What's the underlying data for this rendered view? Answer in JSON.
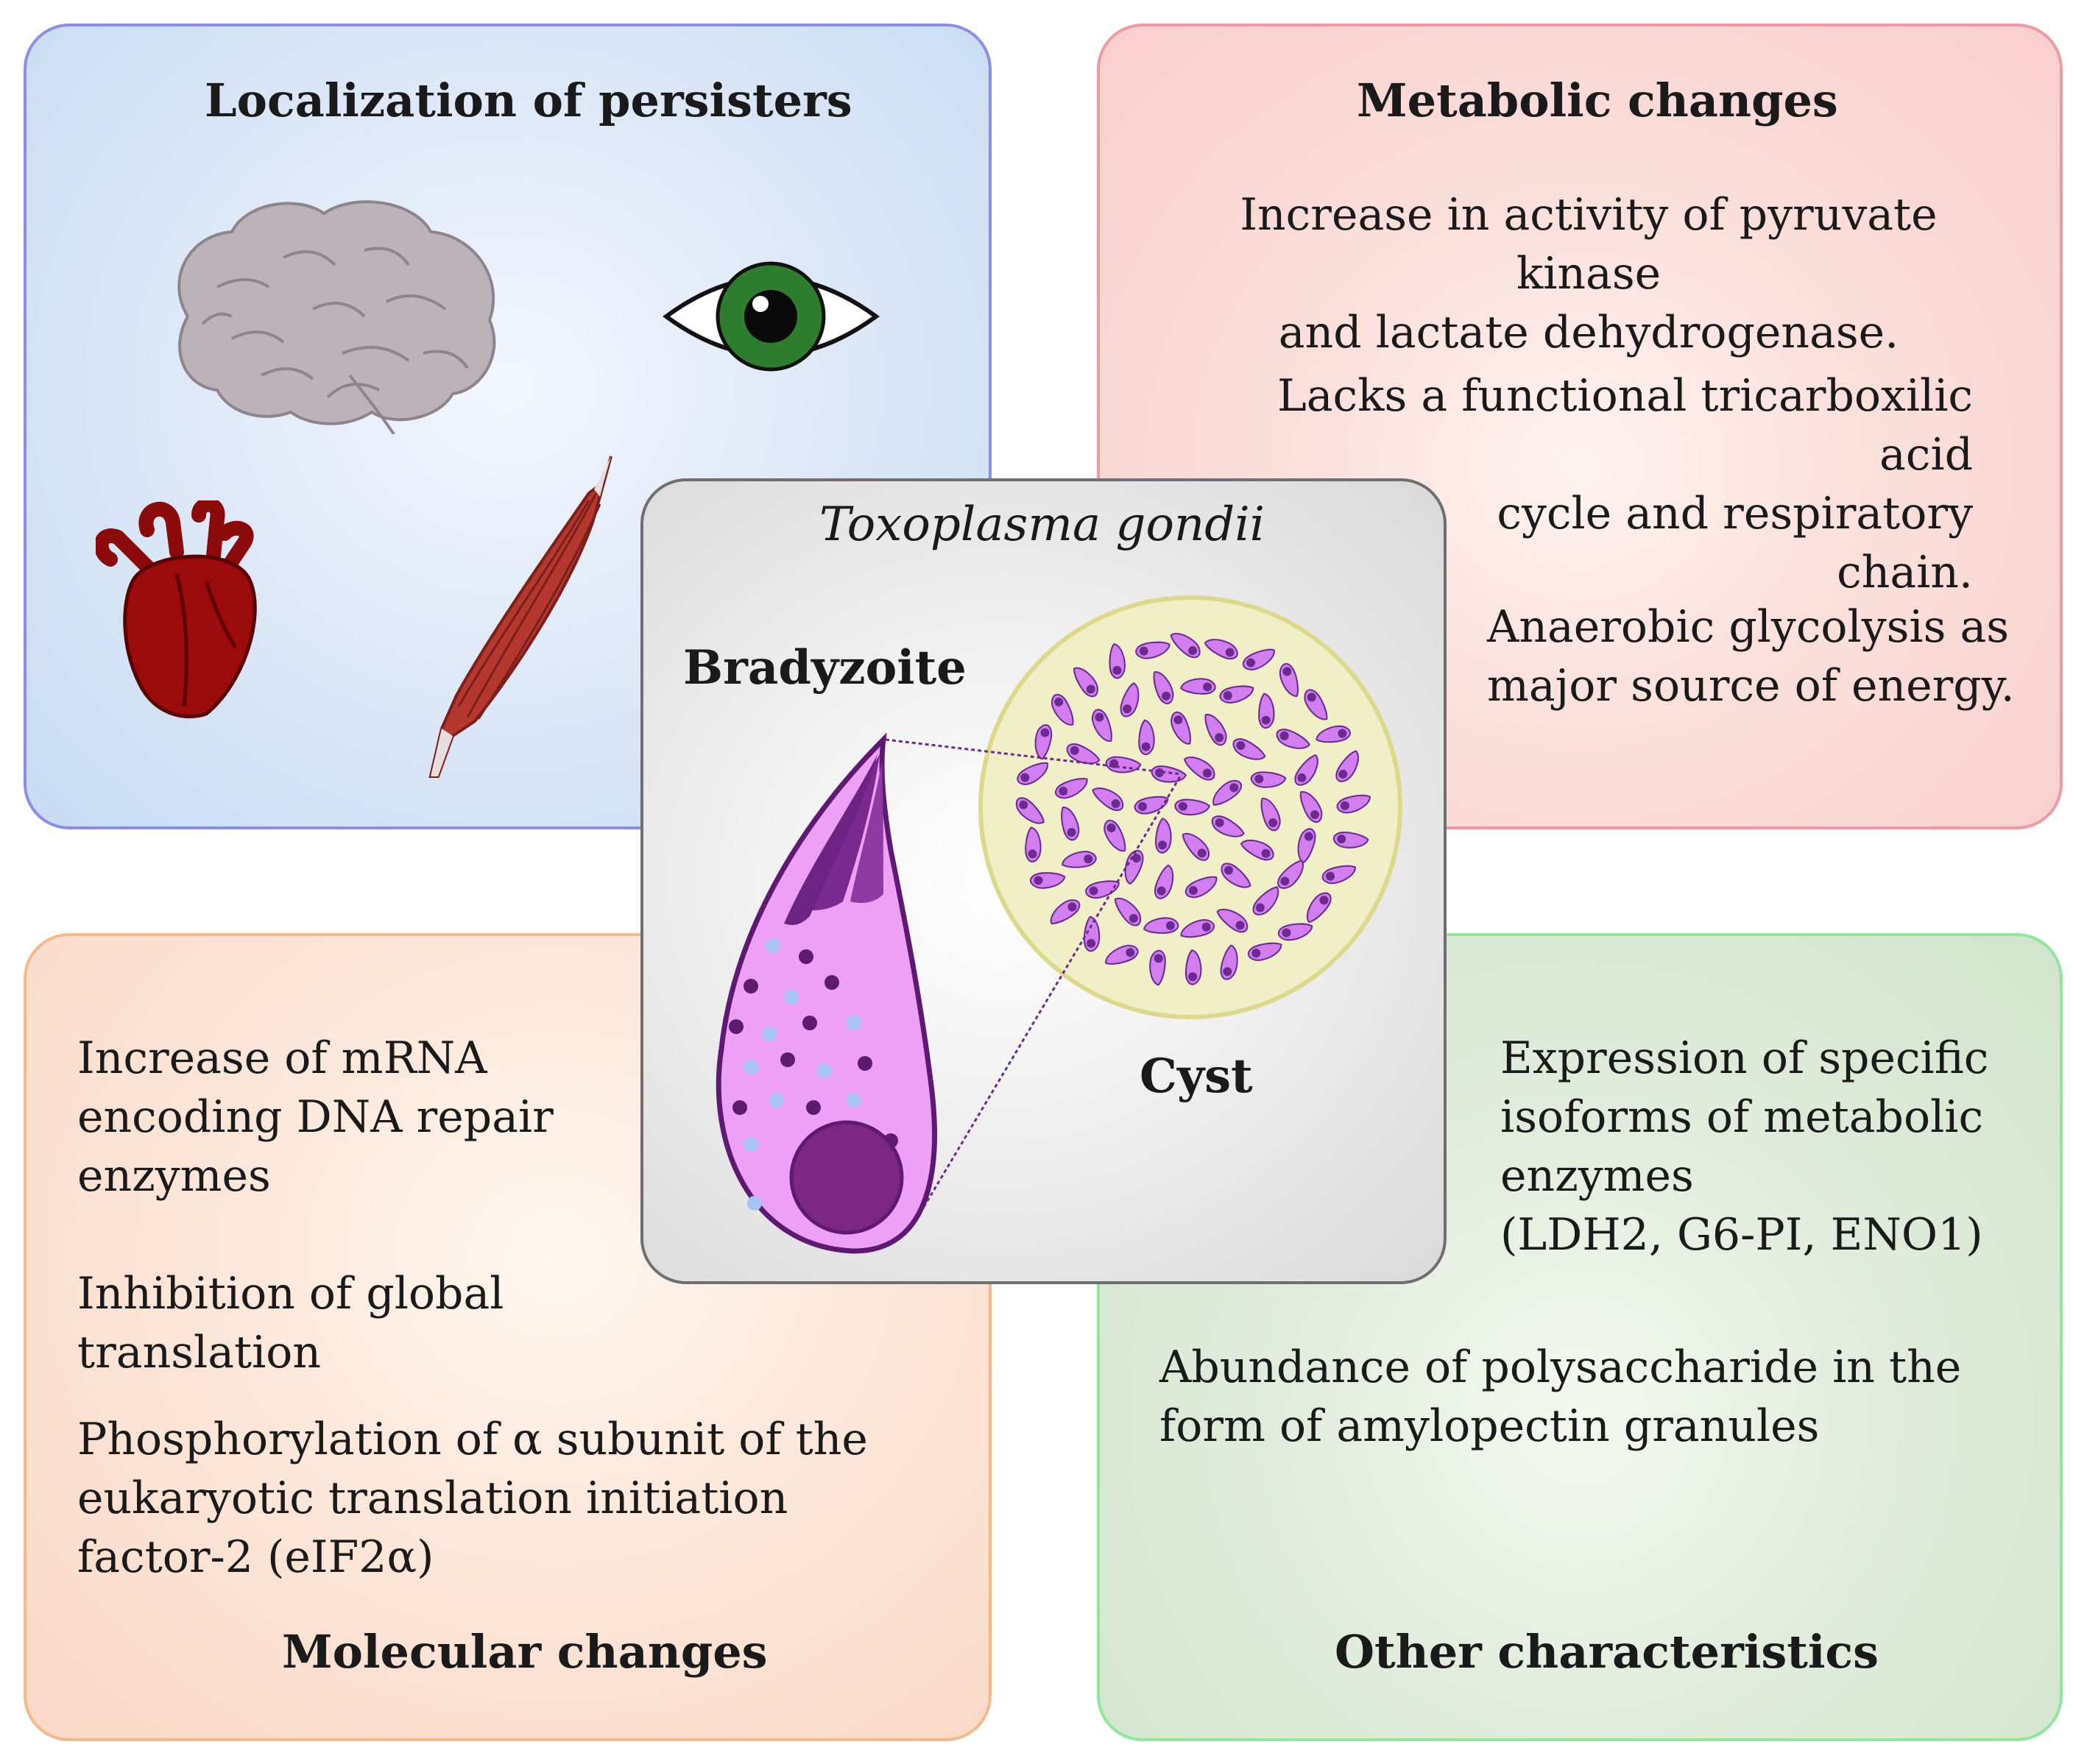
{
  "panels": {
    "localization": {
      "title": "Localization of persisters",
      "organs": [
        "brain-icon",
        "eye-icon",
        "heart-icon",
        "muscle-icon"
      ],
      "border_color": "#8a8ee6",
      "fill_color": "#c6dbf3"
    },
    "metabolic": {
      "title": "Metabolic changes",
      "items": [
        "Increase in activity of pyruvate kinase\nand lactate dehydrogenase.",
        "Lacks a functional tricarboxilic acid\ncycle and respiratory\nchain.",
        "Anaerobic glycolysis as\nmajor source of energy."
      ],
      "border_color": "#ef9aa2",
      "fill_color": "#f7cfcc"
    },
    "molecular": {
      "title": "Molecular changes",
      "items": [
        "Increase of mRNA\nencoding DNA repair\nenzymes",
        "Inhibition of global\ntranslation",
        "Phosphorylation of α subunit of the\neukaryotic translation initiation\nfactor-2 (eIF2α)"
      ],
      "border_color": "#f3b88c",
      "fill_color": "#f9d8c6"
    },
    "other": {
      "title": "Other characteristics",
      "items": [
        "Expression of specific\nisoforms of metabolic\nenzymes\n(LDH2, G6-PI, ENO1)",
        "Abundance of polysaccharide in the\nform of amylopectin granules"
      ],
      "border_color": "#8ee79a",
      "fill_color": "#d1e4cb"
    }
  },
  "center": {
    "title": "Toxoplasma gondii",
    "bradyzoite_label": "Bradyzoite",
    "cyst_label": "Cyst",
    "bradyzoite_color": "#eea0f7",
    "cyst_color": "#f0efc8"
  }
}
